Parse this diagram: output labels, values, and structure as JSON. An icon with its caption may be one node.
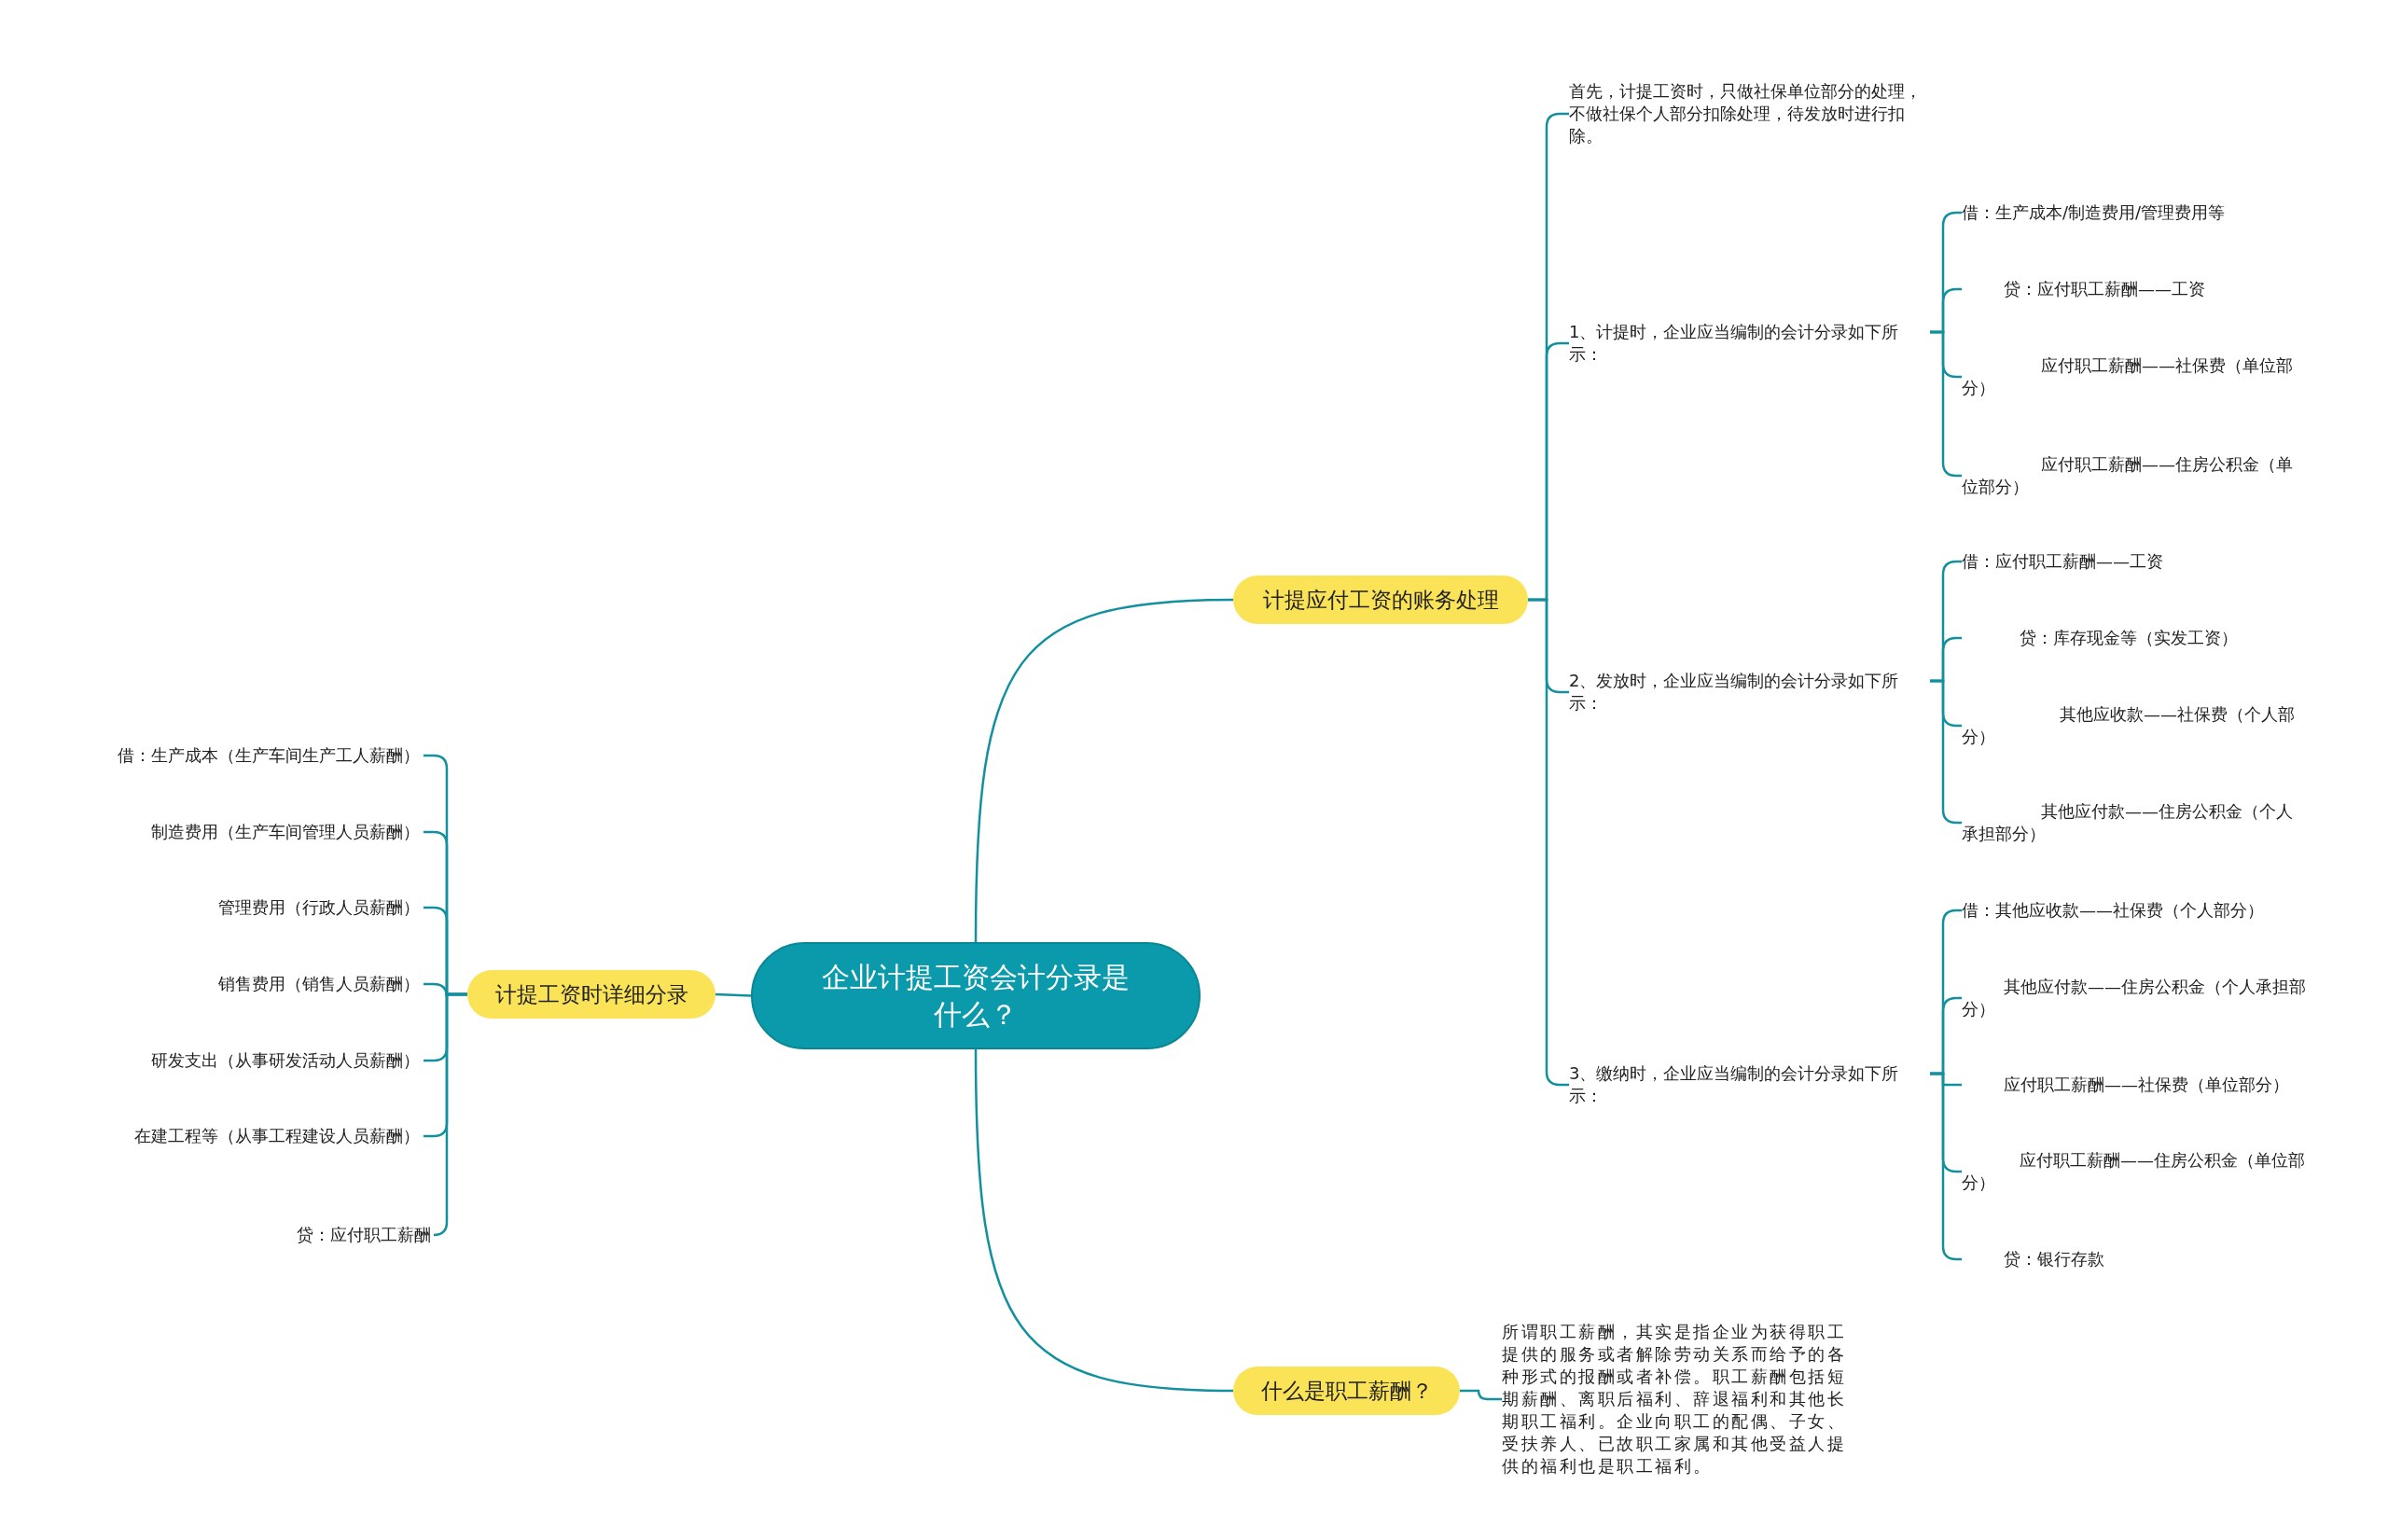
{
  "diagram": {
    "nodes": [
      {
        "text": [
          "企业计提工资会计分录是什么？"
        ]
      },
      {
        "text": [
          "计提应付工资的账务处理"
        ]
      },
      {
        "text": [
          "首先，计提工资时，只做社保单位部分的处理，不做社保个人部分扣除处理，待发放时进行扣除。"
        ]
      },
      {
        "text": [
          "1、计提时，企业应当编制的会计分录如下所示："
        ]
      },
      {
        "text": [
          "借：生产成本/制造费用/管理费用等"
        ]
      },
      {
        "text": [
          "贷：应付职工薪酬——工资"
        ]
      },
      {
        "text": [
          "应付职工薪酬——社保费（单位部分）"
        ]
      },
      {
        "text": [
          "应付职工薪酬——住房公积金（单位部分）"
        ]
      },
      {
        "text": [
          "2、发放时，企业应当编制的会计分录如下所示："
        ]
      },
      {
        "text": [
          "借：应付职工薪酬——工资"
        ]
      },
      {
        "text": [
          "贷：库存现金等（实发工资）"
        ]
      },
      {
        "text": [
          "其他应收款——社保费（个人部分）"
        ]
      },
      {
        "text": [
          "其他应付款——住房公积金（个人承担部分）"
        ]
      },
      {
        "text": [
          "3、缴纳时，企业应当编制的会计分录如下所示："
        ]
      },
      {
        "text": [
          "借：其他应收款——社保费（个人部分）"
        ]
      },
      {
        "text": [
          "其他应付款——住房公积金（个人承担部分）"
        ]
      },
      {
        "text": [
          "应付职工薪酬——社保费（单位部分）"
        ]
      },
      {
        "text": [
          "应付职工薪酬——住房公积金（单位部分）"
        ]
      },
      {
        "text": [
          "贷：银行存款"
        ]
      },
      {
        "text": [
          "计提工资时详细分录"
        ]
      },
      {
        "text": [
          "借：生产成本（生产车间生产工人薪酬）"
        ]
      },
      {
        "text": [
          "制造费用（生产车间管理人员薪酬）"
        ]
      },
      {
        "text": [
          "管理费用（行政人员薪酬）"
        ]
      },
      {
        "text": [
          "销售费用（销售人员薪酬）"
        ]
      },
      {
        "text": [
          "研发支出（从事研发活动人员薪酬）"
        ]
      },
      {
        "text": [
          "在建工程等（从事工程建设人员薪酬）"
        ]
      },
      {
        "text": [
          "贷：应付职工薪酬"
        ]
      },
      {
        "text": [
          "什么是职工薪酬？"
        ]
      },
      {
        "text": [
          "所谓职工薪酬，其实是指企业为获得职工提供的服务或者解除劳动关系而给予的各种形式的报酬或者补偿。职工薪酬包括短期薪酬、离职后福利、辞退福利和其他长期职工福利。企业向职工的配偶、子女、受扶养人、已故职工家属和其他受益人提供的福利也是职工福利。"
        ]
      }
    ],
    "edges": [
      {
        "from": 0,
        "to": 1,
        "arrow": "none"
      },
      {
        "from": 1,
        "to": 2,
        "arrow": "none"
      },
      {
        "from": 1,
        "to": 3,
        "arrow": "none"
      },
      {
        "from": 3,
        "to": 4,
        "arrow": "none"
      },
      {
        "from": 3,
        "to": 5,
        "arrow": "none"
      },
      {
        "from": 3,
        "to": 6,
        "arrow": "none"
      },
      {
        "from": 3,
        "to": 7,
        "arrow": "none"
      },
      {
        "from": 1,
        "to": 8,
        "arrow": "none"
      },
      {
        "from": 8,
        "to": 9,
        "arrow": "none"
      },
      {
        "from": 8,
        "to": 10,
        "arrow": "none"
      },
      {
        "from": 8,
        "to": 11,
        "arrow": "none"
      },
      {
        "from": 8,
        "to": 12,
        "arrow": "none"
      },
      {
        "from": 1,
        "to": 13,
        "arrow": "none"
      },
      {
        "from": 13,
        "to": 14,
        "arrow": "none"
      },
      {
        "from": 13,
        "to": 15,
        "arrow": "none"
      },
      {
        "from": 13,
        "to": 16,
        "arrow": "none"
      },
      {
        "from": 13,
        "to": 17,
        "arrow": "none"
      },
      {
        "from": 13,
        "to": 18,
        "arrow": "none"
      },
      {
        "from": 0,
        "to": 19,
        "arrow": "none"
      },
      {
        "from": 19,
        "to": 20,
        "arrow": "none"
      },
      {
        "from": 19,
        "to": 21,
        "arrow": "none"
      },
      {
        "from": 19,
        "to": 22,
        "arrow": "none"
      },
      {
        "from": 19,
        "to": 23,
        "arrow": "none"
      },
      {
        "from": 19,
        "to": 24,
        "arrow": "none"
      },
      {
        "from": 19,
        "to": 25,
        "arrow": "none"
      },
      {
        "from": 19,
        "to": 26,
        "arrow": "none"
      },
      {
        "from": 0,
        "to": 27,
        "arrow": "none"
      },
      {
        "from": 27,
        "to": 28,
        "arrow": "none"
      }
    ]
  }
}
